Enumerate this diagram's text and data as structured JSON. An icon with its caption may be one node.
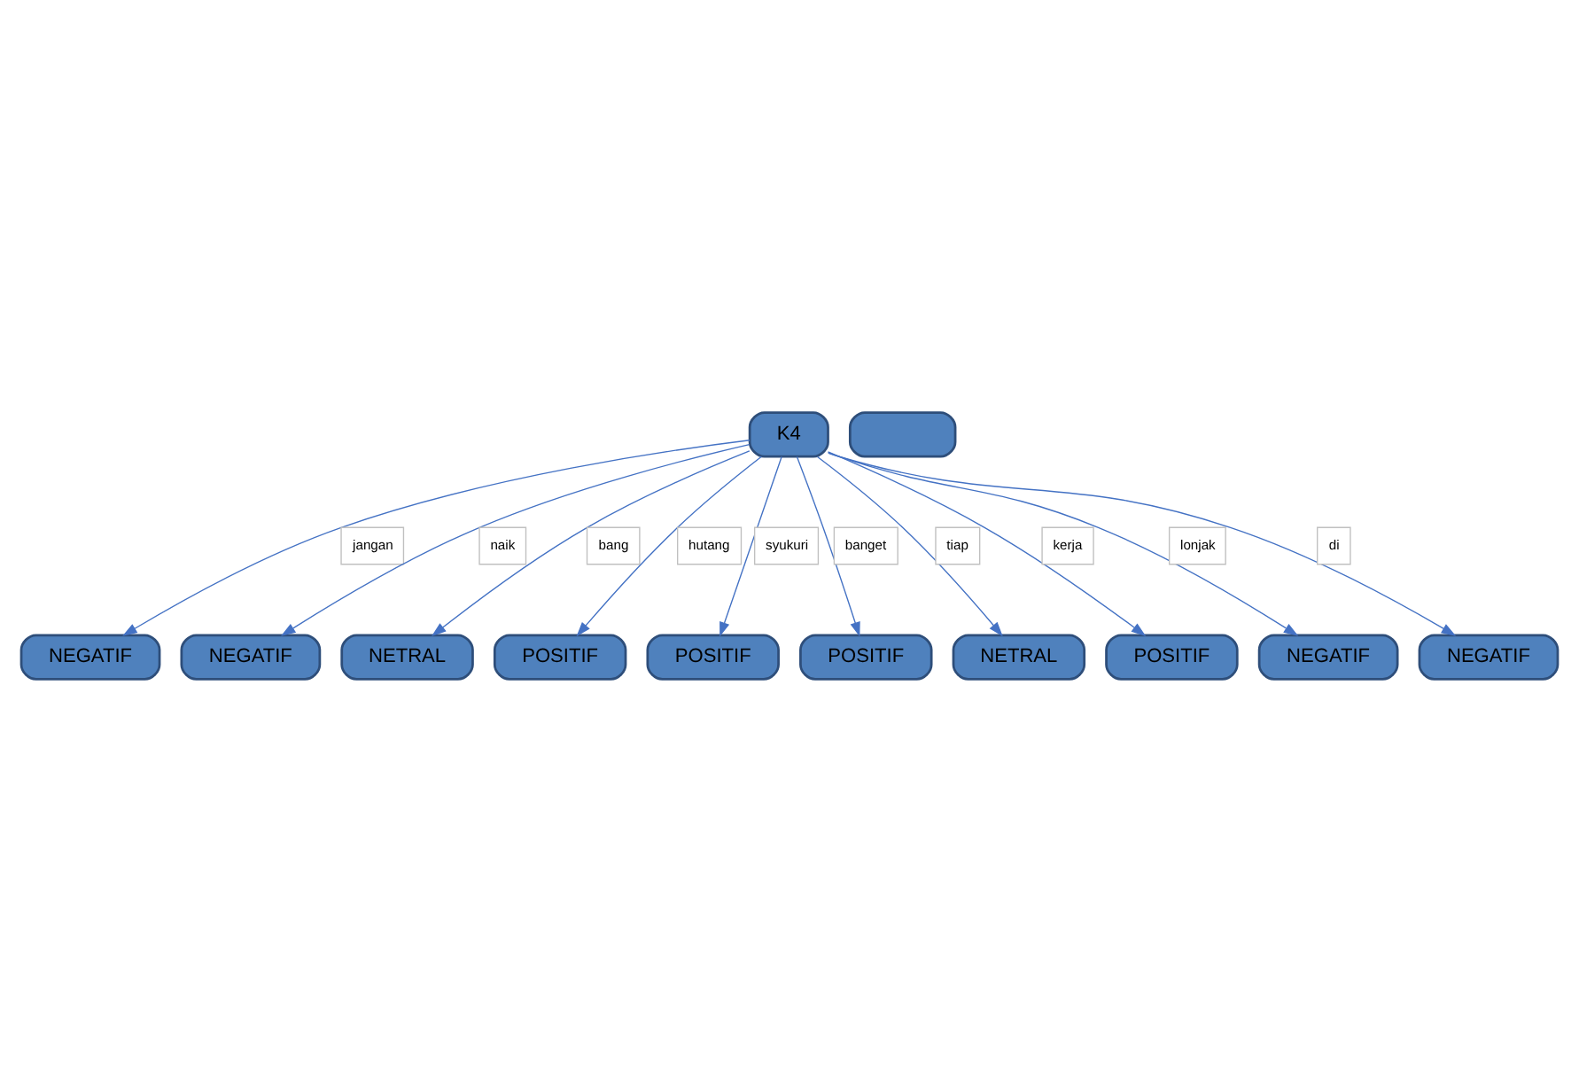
{
  "diagram": {
    "nodes": [
      {
        "text": [
          "K4"
        ]
      },
      {
        "text": [
          "NEGATIF"
        ]
      },
      {
        "text": [
          "NEGATIF"
        ]
      },
      {
        "text": [
          "NETRAL"
        ]
      },
      {
        "text": [
          "POSITIF"
        ]
      },
      {
        "text": [
          "POSITIF"
        ]
      },
      {
        "text": [],
        "shape": "box"
      },
      {
        "text": [
          "POSITIF"
        ]
      },
      {
        "text": [
          "NETRAL"
        ]
      },
      {
        "text": [
          "POSITIF"
        ]
      },
      {
        "text": [
          "NEGATIF"
        ]
      },
      {
        "text": [
          "NEGATIF"
        ]
      }
    ],
    "edges": [
      {
        "from": 0,
        "to": 1,
        "arrow": "to",
        "label": "jangan"
      },
      {
        "from": 0,
        "to": 2,
        "arrow": "to",
        "label": "naik"
      },
      {
        "from": 0,
        "to": 3,
        "arrow": "to",
        "label": "bang"
      },
      {
        "from": 0,
        "to": 4,
        "arrow": "to",
        "label": "hutang"
      },
      {
        "from": 0,
        "to": 5,
        "arrow": "to",
        "label": "syukuri"
      },
      {
        "from": 0,
        "to": 7,
        "arrow": "to",
        "label": "banget"
      },
      {
        "from": 0,
        "to": 8,
        "arrow": "to",
        "label": "tiap"
      },
      {
        "from": 0,
        "to": 9,
        "arrow": "to",
        "label": "kerja"
      },
      {
        "from": 0,
        "to": 10,
        "arrow": "to",
        "label": "lonjak"
      },
      {
        "from": 0,
        "to": 11,
        "arrow": "to",
        "label": "di"
      }
    ]
  }
}
